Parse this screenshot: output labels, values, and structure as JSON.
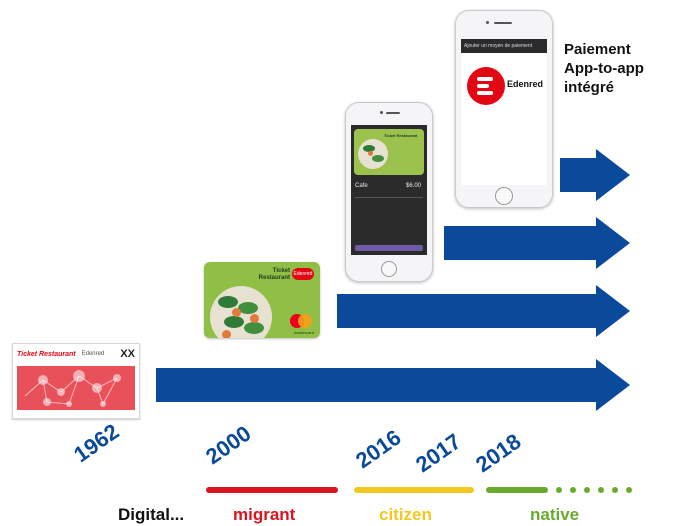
{
  "years": {
    "y1962": "1962",
    "y2000": "2000",
    "y2016": "2016",
    "y2017": "2017",
    "y2018": "2018"
  },
  "stages": {
    "digital": "Digital...",
    "migrant": "migrant",
    "citizen": "citizen",
    "native": "native"
  },
  "payment": {
    "line1": "Paiement",
    "line2": "App-to-app",
    "line3": "intégré"
  },
  "card1962": {
    "brand": "Ticket Restaurant",
    "partner": "Edenred",
    "code": "XX"
  },
  "card2000": {
    "brand": "Ticket Restaurant",
    "logo": "Edenred",
    "network": "mastercard"
  },
  "phone2016": {
    "card_brand": "Ticket Restaurant",
    "merchant": "Cafe",
    "amount": "$6.00"
  },
  "phone2018": {
    "header_text": "Ajouter un moyen de paiement",
    "brand_name": "Edenred"
  },
  "colors": {
    "arrow": "#0b4a9a",
    "migrant": "#d9141f",
    "citizen": "#f3c81f",
    "native": "#6aaa2f"
  }
}
